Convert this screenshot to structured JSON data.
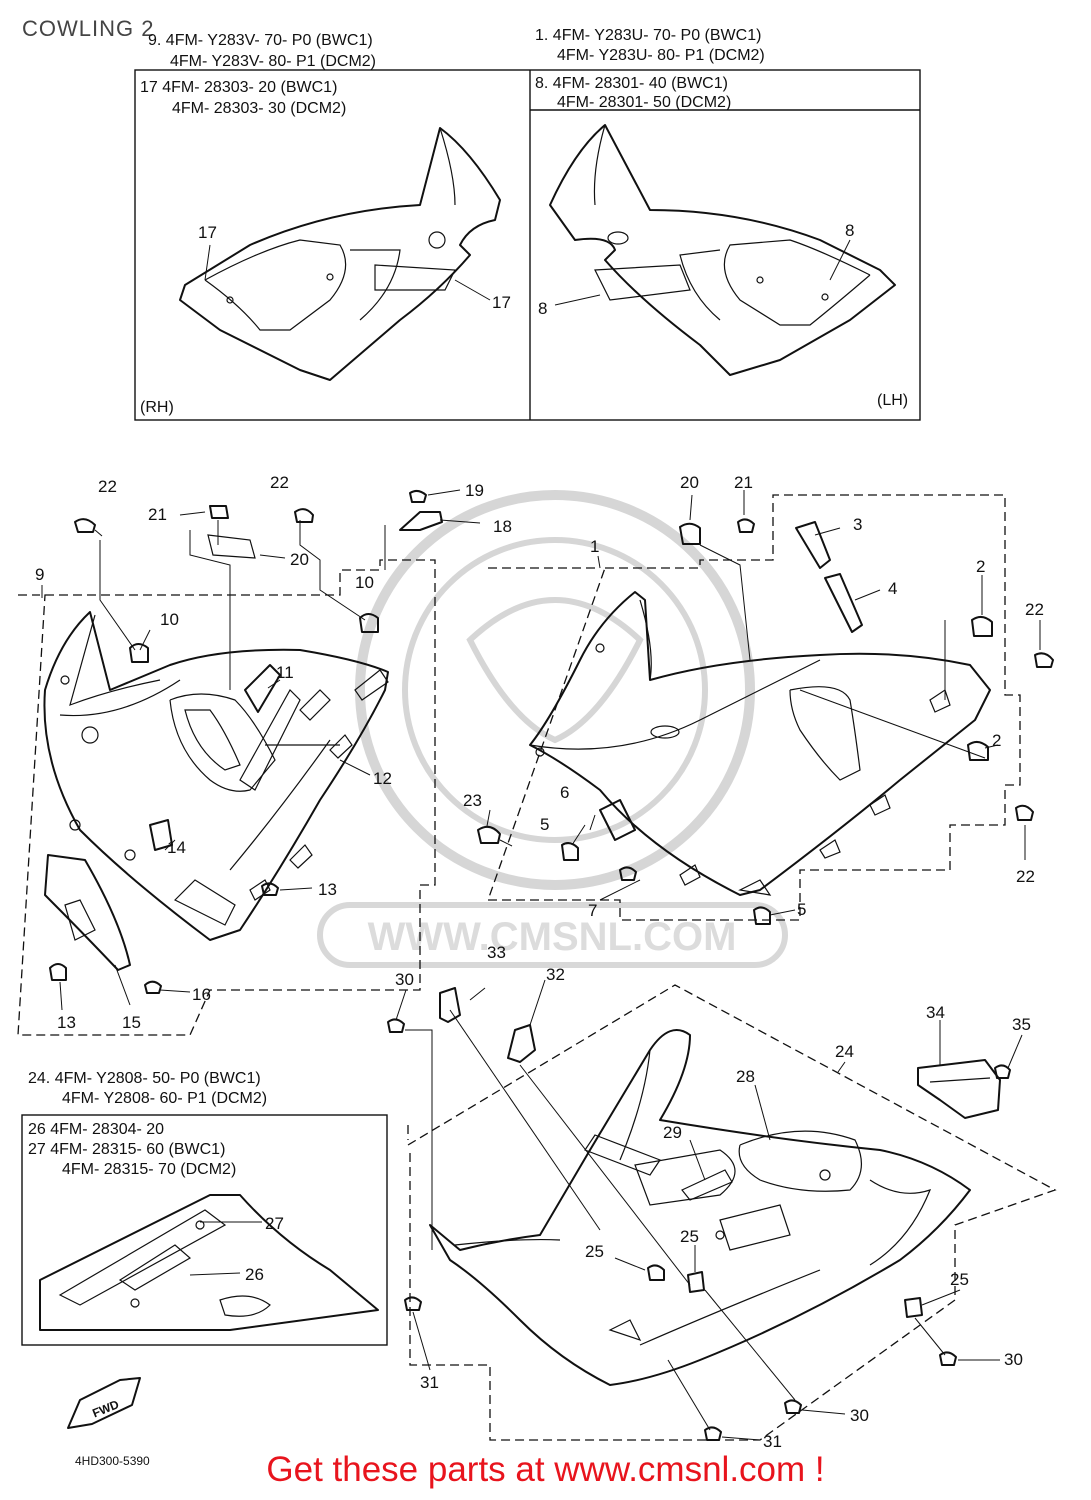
{
  "title": "COWLING 2",
  "header_right": {
    "line1": "1. 4FM- Y283U- 70- P0 (BWC1)",
    "line2": "4FM- Y283U- 80- P1 (DCM2)",
    "box_line1": "8. 4FM- 28301- 40 (BWC1)",
    "box_line2": "4FM- 28301- 50 (DCM2)",
    "side": "(LH)"
  },
  "header_left": {
    "line1": "9. 4FM- Y283V- 70- P0 (BWC1)",
    "line2": "4FM- Y283V- 80- P1 (DCM2)",
    "box_line1": "17  4FM- 28303- 20 (BWC1)",
    "box_line2": "4FM- 28303- 30 (DCM2)",
    "side": "(RH)"
  },
  "lower_header": {
    "line1": "24. 4FM- Y2808- 50- P0 (BWC1)",
    "line2": "4FM- Y2808- 60- P1 (DCM2)",
    "box_line1": "26  4FM- 28304- 20",
    "box_line2": "27  4FM- 28315- 60 (BWC1)",
    "box_line3": "4FM- 28315- 70 (DCM2)"
  },
  "watermark": "WWW.CMSNL.COM",
  "fwd": "FWD",
  "drawing_code": "4HD300-5390",
  "footer": "Get these parts at www.cmsnl.com !",
  "labels": {
    "n1": "1",
    "n2": "2",
    "n3": "3",
    "n4": "4",
    "n5": "5",
    "n6": "6",
    "n7": "7",
    "n8": "8",
    "n9": "9",
    "n10": "10",
    "n11": "11",
    "n12": "12",
    "n13": "13",
    "n14": "14",
    "n15": "15",
    "n16": "16",
    "n17": "17",
    "n18": "18",
    "n19": "19",
    "n20": "20",
    "n21": "21",
    "n22": "22",
    "n23": "23",
    "n24": "24",
    "n25": "25",
    "n26": "26",
    "n27": "27",
    "n28": "28",
    "n29": "29",
    "n30": "30",
    "n31": "31",
    "n32": "32",
    "n33": "33",
    "n34": "34",
    "n35": "35"
  }
}
